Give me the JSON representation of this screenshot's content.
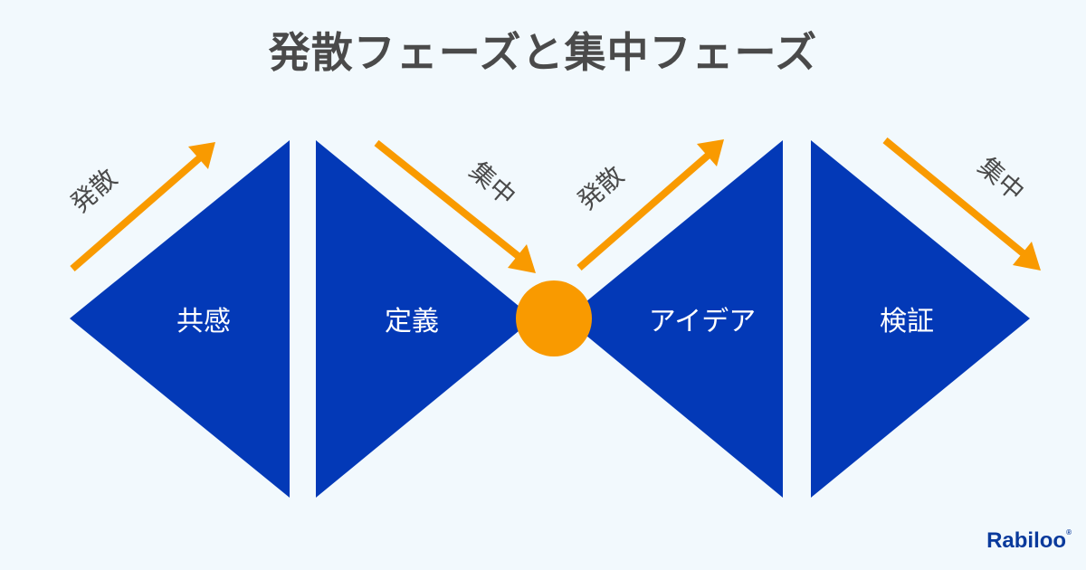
{
  "title": "発散フェーズと集中フェーズ",
  "phases": [
    {
      "label": "共感"
    },
    {
      "label": "定義"
    },
    {
      "label": "アイデア"
    },
    {
      "label": "検証"
    }
  ],
  "arrows": [
    {
      "label": "発散",
      "direction": "up"
    },
    {
      "label": "集中",
      "direction": "down"
    },
    {
      "label": "発散",
      "direction": "up"
    },
    {
      "label": "集中",
      "direction": "down"
    }
  ],
  "brand": "Rabiloo",
  "colors": {
    "background": "#f2f9fd",
    "triangle": "#0339b7",
    "arrow": "#f99a00",
    "circle": "#f99a00",
    "title": "#4a4a4a",
    "arrow_label": "#4a4a4a",
    "phase_label": "#ffffff"
  }
}
